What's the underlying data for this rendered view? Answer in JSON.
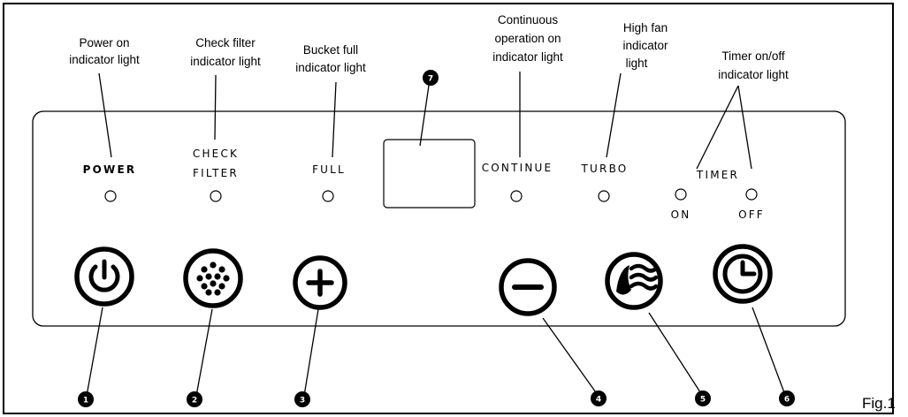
{
  "callouts": {
    "power": [
      "Power on",
      "indicator light"
    ],
    "check": [
      "Check filter",
      "indicator light"
    ],
    "full": [
      "Bucket full",
      "indicator light"
    ],
    "continuous": [
      "Continuous",
      "operation on",
      "indicator light"
    ],
    "turbo": [
      "High fan",
      "indicator",
      "light"
    ],
    "timer": [
      "Timer on/off",
      "indicator light"
    ]
  },
  "panel_labels": {
    "power": "POWER",
    "check_1": "CHECK",
    "check_2": "FILTER",
    "full": "FULL",
    "continue": "CONTINUE",
    "turbo": "TURBO",
    "timer": "TIMER",
    "on": "ON",
    "off": "OFF"
  },
  "numbers": [
    "1",
    "2",
    "3",
    "4",
    "5",
    "6",
    "7"
  ],
  "figure_label": "Fig.1",
  "icons": {
    "button_1": "power-icon",
    "button_2": "filter-dots-icon",
    "button_3": "plus-icon",
    "button_4": "minus-icon",
    "button_5": "fan-waves-icon",
    "button_6": "clock-icon"
  }
}
